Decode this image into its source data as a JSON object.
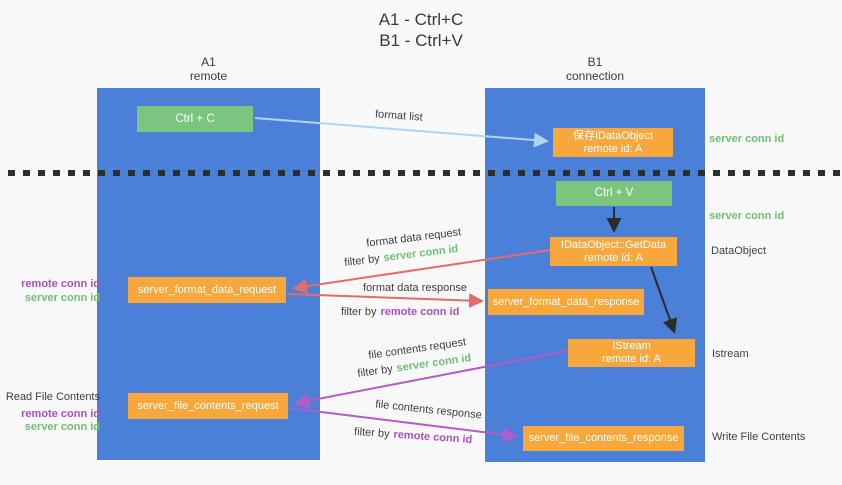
{
  "title": {
    "line1": "A1 - Ctrl+C",
    "line2": "B1 - Ctrl+V"
  },
  "columns": {
    "left": {
      "name": "A1",
      "role": "remote"
    },
    "right": {
      "name": "B1",
      "role": "connection"
    }
  },
  "nodes": {
    "ctrl_c": {
      "label": "Ctrl + C"
    },
    "save_idataobject": {
      "line1": "保存IDataObject",
      "line2": "remote id: A"
    },
    "ctrl_v": {
      "label": "Ctrl + V"
    },
    "getdata": {
      "line1": "IDataObject::GetData",
      "line2": "remote id: A"
    },
    "format_request": {
      "label": "server_format_data_request"
    },
    "format_response": {
      "label": "server_format_data_response"
    },
    "istream": {
      "line1": "IStream",
      "line2": "remote id: A"
    },
    "file_request": {
      "label": "server_file_contents_request"
    },
    "file_response": {
      "label": "server_file_contents_response"
    }
  },
  "flow_labels": {
    "format_list": "format list",
    "format_data_request": "format data request",
    "format_data_response": "format data response",
    "file_contents_request": "file contents request",
    "file_contents_response": "file contents response",
    "filter_by": "filter by",
    "server_conn_id": "server conn id",
    "remote_conn_id": "remote conn id"
  },
  "side_labels": {
    "right": {
      "server_conn_id_top": "server conn id",
      "server_conn_id_mid": "server conn id",
      "dataobject": "DataObject",
      "istream": "Istream",
      "write_file_contents": "Write File Contents"
    },
    "left": {
      "remote_conn_id_1": "remote conn id",
      "server_conn_id_1": "server conn id",
      "read_file_contents": "Read File Contents",
      "remote_conn_id_2": "remote conn id",
      "server_conn_id_2": "server conn id"
    }
  },
  "colors": {
    "lane_blue": "#4a80d8",
    "node_green": "#7cc57e",
    "node_orange": "#f7a73c",
    "arrow_blue": "#aed6f1",
    "arrow_red": "#e56b6b",
    "arrow_purple": "#b45cc6",
    "arrow_black": "#2b2b2b",
    "text_green": "#6fbf73",
    "text_purple": "#ab4fc4"
  }
}
